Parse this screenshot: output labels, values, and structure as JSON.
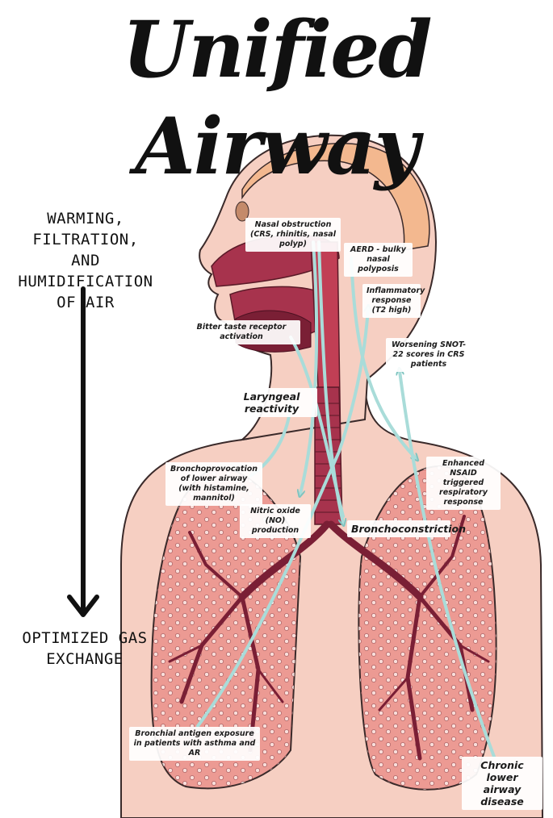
{
  "title": "Unified Airway",
  "side": {
    "top_line1": "WARMING, FILTRATION,",
    "top_line2": "AND HUMIDIFICATION",
    "top_line3": "OF AIR",
    "bottom_line1": "OPTIMIZED GAS",
    "bottom_line2": "EXCHANGE"
  },
  "labels": {
    "nasal_obstruction": "Nasal obstruction (CRS, rhinitis, nasal polyp)",
    "aerd": "AERD - bulky nasal polyposis",
    "inflammatory": "Inflammatory response (T2 high)",
    "bitter": "Bitter taste receptor activation",
    "snot": "Worsening SNOT-22 scores in CRS patients",
    "laryngeal": "Laryngeal reactivity",
    "nsaid": "Enhanced NSAID triggered respiratory response",
    "bronchoprovocation": "Bronchoprovocation of lower airway (with histamine, mannitol)",
    "nitric": "Nitric oxide (NO) production",
    "bronchoconstriction": "Bronchoconstriction",
    "antigen": "Bronchial antigen exposure in patients with asthma and AR",
    "chronic": "Chronic lower airway disease"
  },
  "colors": {
    "skin": "#f6cfc2",
    "outline": "#3a2a2a",
    "tissue": "#a7334d",
    "lung": "#ec9a93",
    "bronchi": "#7a1f35",
    "arrow": "#a9dcd9",
    "text": "#111111"
  },
  "icons": {
    "down_arrow": "long-down-arrow-icon"
  }
}
